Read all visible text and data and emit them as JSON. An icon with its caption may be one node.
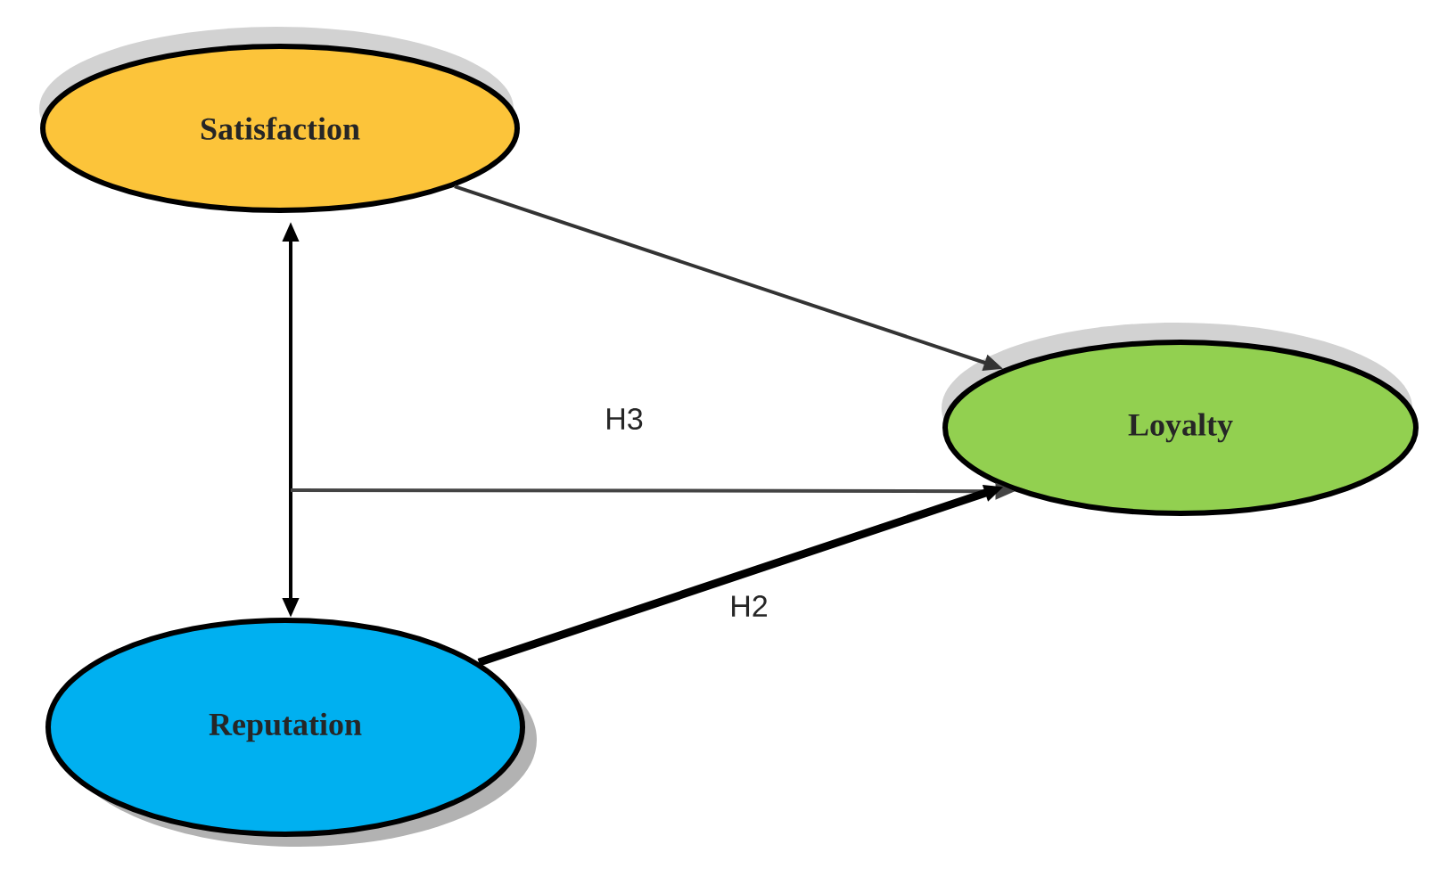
{
  "diagram": {
    "nodes": [
      {
        "text": [
          "Satisfaction"
        ]
      },
      {
        "text": [
          "Loyalty"
        ]
      },
      {
        "text": [
          "Reputation"
        ]
      }
    ],
    "edges": [
      {
        "from": 0,
        "to": 1,
        "arrow": "to",
        "color": "#333333"
      },
      {
        "from": 2,
        "to": 0,
        "arrow": "both"
      },
      {
        "from": null,
        "to": 1,
        "arrow": "to",
        "label": "H3",
        "color": "#444444"
      },
      {
        "from": 2,
        "to": 1,
        "arrow": "to",
        "label": "H2",
        "style": "thick"
      }
    ]
  }
}
